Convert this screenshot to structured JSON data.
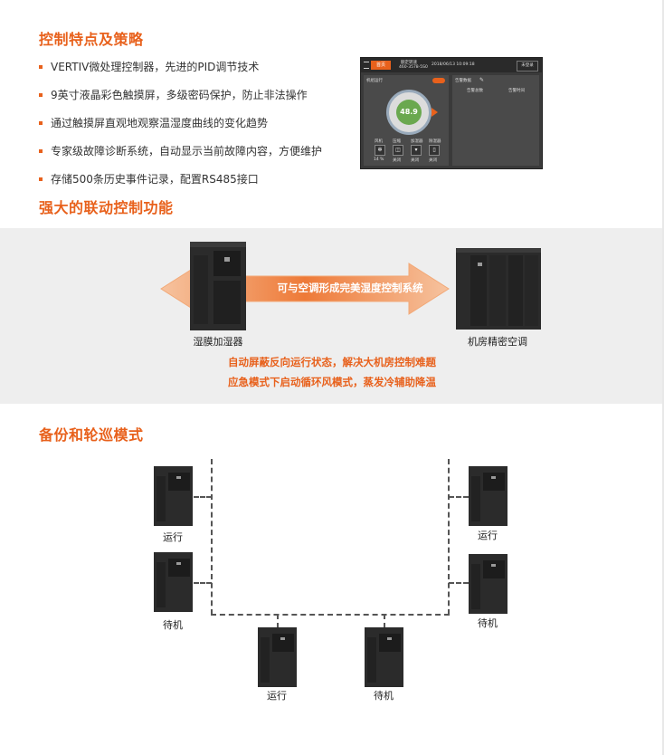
{
  "section1": {
    "title": "控制特点及策略",
    "bullets": [
      "VERTIV微处理控制器，先进的PID调节技术",
      "9英寸液晶彩色触摸屏，多级密码保护，防止非法操作",
      "通过触摸屏直观地观察温湿度曲线的变化趋势",
      "专家级故障诊断系统，自动显示当前故障内容，方便维护",
      "存储500条历史事件记录，配置RS485接口"
    ]
  },
  "screen": {
    "home_label": "首页",
    "header_label": "额定转速",
    "header_model": "460-3578-5S0",
    "datetime": "2018/06/13 10:09:18",
    "login_label": "未登录",
    "left_panel_title": "机组运行",
    "gauge_value": "48.9",
    "right_panel_title": "告警数据",
    "right_col1": "告警总数",
    "right_col2": "告警时间",
    "icon_labels": [
      "风机",
      "压缩",
      "加湿器",
      "除湿器"
    ],
    "icon_values": [
      "14 %",
      "关闭",
      "关闭",
      "关闭"
    ]
  },
  "section2": {
    "title": "强大的联动控制功能",
    "arrow_text": "可与空调形成完美湿度控制系统",
    "left_device": "湿膜加湿器",
    "right_device": "机房精密空调",
    "line1": "自动屏蔽反向运行状态，解决大机房控制难题",
    "line2": "应急模式下启动循环风模式，蒸发冷辅助降温"
  },
  "section3": {
    "title": "备份和轮巡模式",
    "labels": {
      "top_left": "运行",
      "mid_left": "待机",
      "top_right": "运行",
      "mid_right": "待机",
      "bottom_left": "运行",
      "bottom_right": "待机"
    }
  },
  "colors": {
    "accent": "#e8611c",
    "band": "#eeeeee",
    "cabinet": "#2b2b2b"
  }
}
